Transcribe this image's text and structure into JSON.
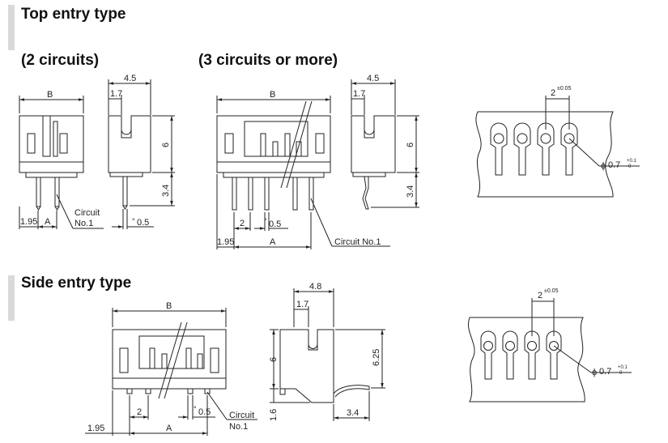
{
  "sections": {
    "top": {
      "title": "Top entry type"
    },
    "side": {
      "title": "Side entry type"
    }
  },
  "subsections": {
    "two": "(2 circuits)",
    "three": "(3 circuits or more)"
  },
  "dims": {
    "B": "B",
    "A": "A",
    "d4_5": "4.5",
    "d4_8": "4.8",
    "d1_7": "1.7",
    "d6": "6",
    "d3_4": "3.4",
    "d1_95": "1.95",
    "d2": "2",
    "d0_5": "0.5",
    "d6_25": "6.25",
    "d1_6": "1.6",
    "circuit": "Circuit",
    "no1": "No.1",
    "circuit_no1": "Circuit No.1",
    "pitch": "2",
    "pitch_tol": "±0.05",
    "hole": "0.7",
    "hole_tol_plus": "+0.1",
    "hole_tol_minus": "0",
    "phi": "ϕ",
    "deg_mark": "°"
  }
}
